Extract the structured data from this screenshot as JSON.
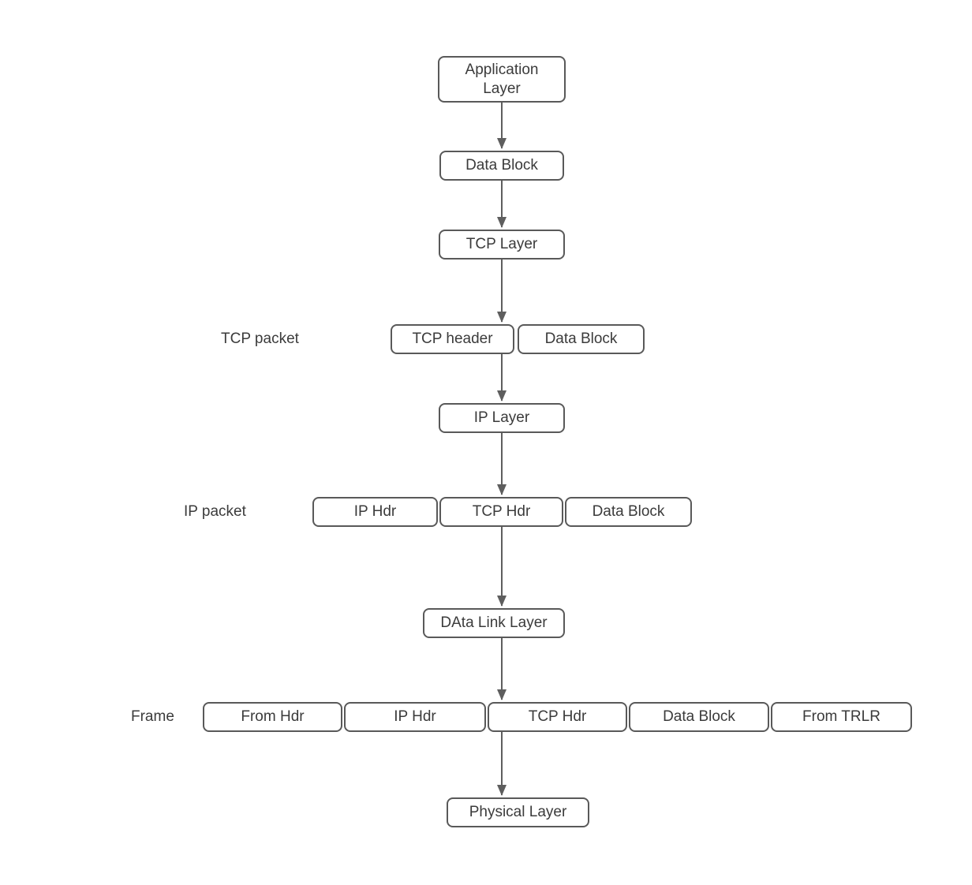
{
  "nodes": {
    "application_layer": "Application Layer",
    "data_block_app": "Data Block",
    "tcp_layer": "TCP Layer",
    "tcp_header": "TCP header",
    "data_block_tcp": "Data Block",
    "ip_layer": "IP Layer",
    "ip_hdr": "IP Hdr",
    "tcp_hdr": "TCP Hdr",
    "data_block_ip": "Data Block",
    "data_link_layer": "DAta Link Layer",
    "frame_from_hdr": "From Hdr",
    "frame_ip_hdr": "IP Hdr",
    "frame_tcp_hdr": "TCP Hdr",
    "frame_data_block": "Data Block",
    "frame_from_trlr": "From TRLR",
    "physical_layer": "Physical Layer"
  },
  "row_labels": {
    "tcp_packet": "TCP packet",
    "ip_packet": "IP packet",
    "frame": "Frame"
  },
  "connections": [
    {
      "from": "application_layer",
      "to": "data_block_app"
    },
    {
      "from": "data_block_app",
      "to": "tcp_layer"
    },
    {
      "from": "tcp_layer",
      "to": "tcp_packet_row"
    },
    {
      "from": "tcp_packet_row",
      "to": "ip_layer"
    },
    {
      "from": "ip_layer",
      "to": "ip_packet_row"
    },
    {
      "from": "ip_packet_row",
      "to": "data_link_layer"
    },
    {
      "from": "data_link_layer",
      "to": "frame_row"
    },
    {
      "from": "frame_row",
      "to": "physical_layer"
    }
  ],
  "colors": {
    "box_border": "#595959",
    "text": "#3b3b3b",
    "arrow": "#5e5e5e",
    "background": "#ffffff"
  }
}
